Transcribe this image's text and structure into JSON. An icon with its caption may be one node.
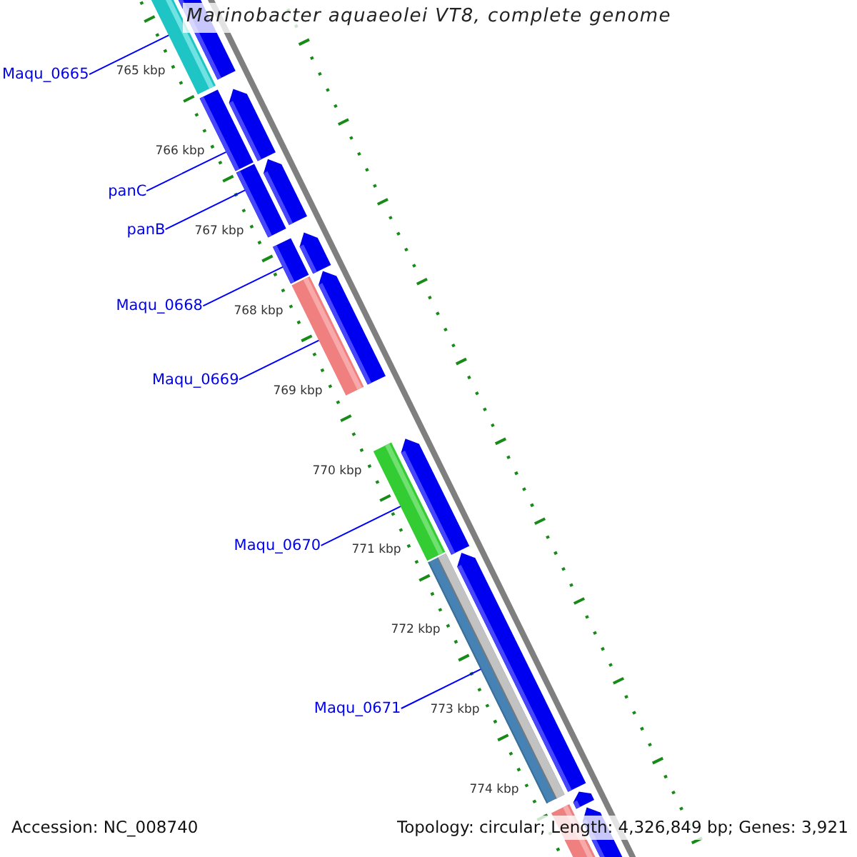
{
  "diagram": {
    "title": "Marinobacter aquaeolei VT8, complete genome",
    "nodes": [
      {
        "text": [
          "Maqu_0665"
        ]
      },
      {
        "text": [
          "panC"
        ]
      },
      {
        "text": [
          "panB"
        ]
      },
      {
        "text": [
          "Maqu_0668"
        ]
      },
      {
        "text": [
          "Maqu_0669"
        ]
      },
      {
        "text": [
          "Maqu_0670"
        ]
      },
      {
        "text": [
          "Maqu_0671"
        ]
      },
      {
        "text": [],
        "shape": "bar"
      },
      {
        "text": [],
        "shape": "arrow"
      },
      {
        "text": [],
        "shape": "bar"
      },
      {
        "text": [],
        "shape": "arrow"
      },
      {
        "text": [],
        "shape": "bar"
      },
      {
        "text": [],
        "shape": "arrow"
      },
      {
        "text": [],
        "shape": "bar"
      },
      {
        "text": [],
        "shape": "arrow"
      },
      {
        "text": [],
        "shape": "bar"
      },
      {
        "text": [],
        "shape": "arrow"
      },
      {
        "text": [],
        "shape": "bar"
      },
      {
        "text": [],
        "shape": "arrow"
      },
      {
        "text": [],
        "shape": "bar"
      },
      {
        "text": [],
        "shape": "arrow"
      },
      {
        "text": [],
        "shape": "arrow"
      },
      {
        "text": [],
        "shape": "bar"
      },
      {
        "text": [],
        "shape": "arrow"
      }
    ],
    "edges": [
      {
        "from": 0,
        "to": 7,
        "arrow": "none"
      },
      {
        "from": 1,
        "to": 9,
        "arrow": "none"
      },
      {
        "from": 2,
        "to": 11,
        "arrow": "none"
      },
      {
        "from": 3,
        "to": 13,
        "arrow": "none"
      },
      {
        "from": 4,
        "to": 15,
        "arrow": "none"
      },
      {
        "from": 5,
        "to": 17,
        "arrow": "none"
      },
      {
        "from": 6,
        "to": 19,
        "arrow": "none"
      }
    ],
    "labels": [
      "765 kbp",
      "766 kbp",
      "767 kbp",
      "768 kbp",
      "769 kbp",
      "770 kbp",
      "771 kbp",
      "772 kbp",
      "773 kbp",
      "774 kbp",
      "Accession: NC_008740",
      "Topology: circular; Length: 4,326,849 bp; Genes: 3,921"
    ]
  }
}
